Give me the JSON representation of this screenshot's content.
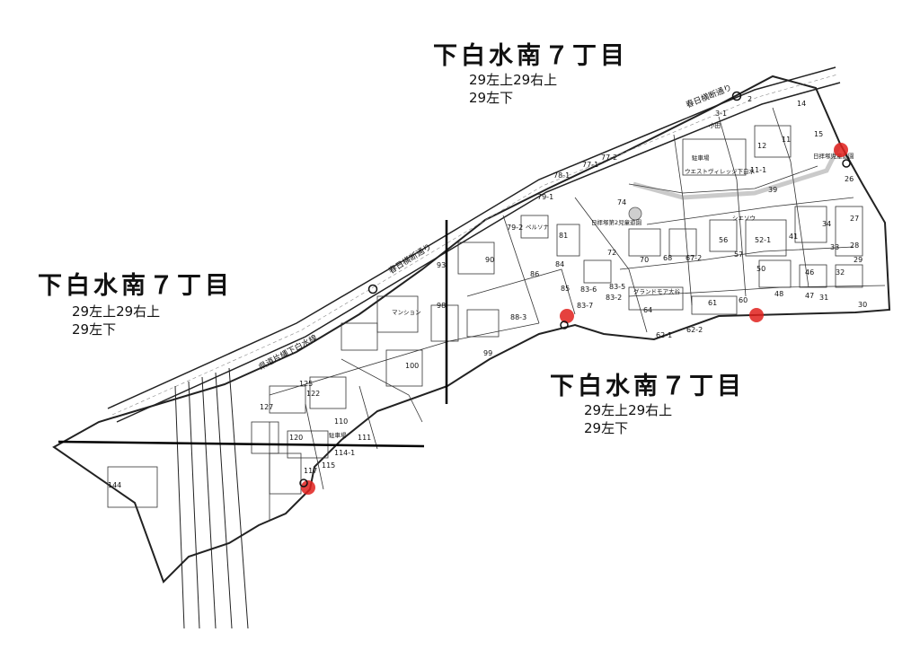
{
  "areas": [
    {
      "title": "下白水南７丁目",
      "lines": [
        "29左上29右上",
        "29左下"
      ]
    },
    {
      "title": "下白水南７丁目",
      "lines": [
        "29左上29右上",
        "29左下"
      ]
    },
    {
      "title": "下白水南７丁目",
      "lines": [
        "29左上29右上",
        "29左下"
      ]
    }
  ],
  "streets": [
    "春日横断通り",
    "春日横断通り",
    "県道片縄下白水線"
  ],
  "lots": [
    "2",
    "3-1",
    "11",
    "11-1",
    "12",
    "14",
    "15",
    "26",
    "27",
    "28",
    "29",
    "30",
    "31",
    "32",
    "33",
    "34",
    "39",
    "41",
    "46",
    "47",
    "48",
    "50",
    "52-1",
    "56",
    "57",
    "60",
    "61",
    "62-1",
    "62-2",
    "64",
    "67-2",
    "68",
    "70",
    "72",
    "74",
    "77-1",
    "77-2",
    "78-1",
    "79-1",
    "79-2",
    "81",
    "83-2",
    "83-5",
    "83-6",
    "83-7",
    "84",
    "85",
    "86",
    "88-3",
    "90",
    "93",
    "98",
    "99",
    "100",
    "110",
    "111",
    "114-1",
    "115",
    "117",
    "120",
    "122",
    "125",
    "127",
    "144"
  ],
  "buildings": [
    "小田",
    "駐車場",
    "日拝塚児童遊園",
    "シエソウ",
    "グランドモア大谷",
    "日拝塚第2児童遊園",
    "ウエストヴィレッジ下白水",
    "マンション",
    "駐車場",
    "ペルソナ"
  ],
  "colors": {
    "road_line": "#222222",
    "marker": "#e0201c",
    "background": "#ffffff"
  },
  "icons": [
    "red-marker-icon",
    "manhole-icon"
  ]
}
